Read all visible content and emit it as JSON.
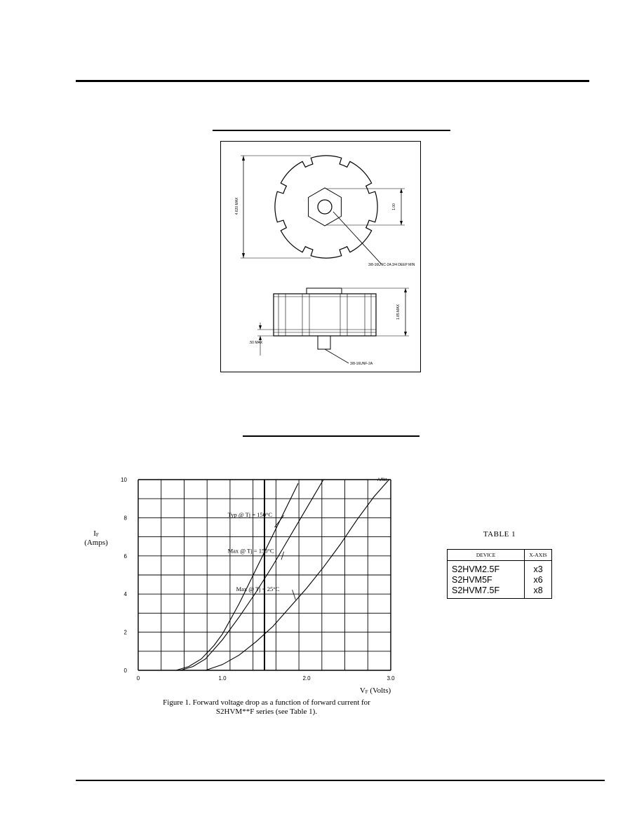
{
  "page": {
    "chart_section_title": "",
    "outline_section_title": ""
  },
  "outline_drawing": {
    "dim_outer_dia": "4.620 MAX",
    "dim_hex": "1.00",
    "dim_stud_top": "3/8-16UNC-2A 3/4 DEEP MIN",
    "dim_height": "1.85 MAX",
    "dim_base": ".50 MAX",
    "dim_stud_bottom": "3/8-16UNF-2A"
  },
  "chart_data": {
    "type": "line",
    "title": "",
    "xlabel": "VF (Volts)",
    "ylabel": "IF (Amps)",
    "xlim": [
      0,
      3.0
    ],
    "ylim": [
      0,
      10
    ],
    "x_ticks": [
      "0",
      "1.0",
      "2.0",
      "3.0"
    ],
    "y_ticks": [
      "0",
      "2",
      "4",
      "6",
      "8",
      "10"
    ],
    "grid": true,
    "corner_note": "A/flkt",
    "series": [
      {
        "label": "Typ @ Tj = 150°C",
        "x": [
          0.45,
          0.6,
          0.75,
          0.9,
          1.0,
          1.1,
          1.2,
          1.3,
          1.4,
          1.5,
          1.6,
          1.7,
          1.8,
          1.9
        ],
        "y": [
          0.0,
          0.2,
          0.6,
          1.3,
          1.9,
          2.7,
          3.5,
          4.4,
          5.3,
          6.2,
          7.1,
          8.0,
          8.9,
          9.8
        ]
      },
      {
        "label": "Max @ Tj = 150°C",
        "x": [
          0.5,
          0.65,
          0.8,
          1.0,
          1.2,
          1.4,
          1.6,
          1.8,
          2.0,
          2.2
        ],
        "y": [
          0.0,
          0.2,
          0.6,
          1.6,
          2.8,
          4.1,
          5.5,
          7.0,
          8.5,
          10.0
        ]
      },
      {
        "label": "Max @ Tj = 25°C",
        "x": [
          0.8,
          1.0,
          1.2,
          1.4,
          1.6,
          1.8,
          2.0,
          2.2,
          2.4,
          2.6,
          2.8,
          2.98
        ],
        "y": [
          0.0,
          0.3,
          0.8,
          1.5,
          2.3,
          3.3,
          4.3,
          5.4,
          6.6,
          7.9,
          9.1,
          10.0
        ]
      }
    ],
    "annotations": [
      {
        "text": "Typ @ Tj = 150°C"
      },
      {
        "text": "Max @ Tj = 150°C"
      },
      {
        "text": "Max @ Tj = 25°C"
      }
    ]
  },
  "figure_caption": {
    "line1": "Figure 1.  Forward voltage drop as a function of forward current for",
    "line2": "S2HVM**F series (see Table 1)."
  },
  "table1": {
    "title": "TABLE 1",
    "headers": [
      "DEVICE",
      "X-AXIS"
    ],
    "rows": [
      [
        "S2HVM2.5F",
        "x3"
      ],
      [
        "S2HVM5F",
        "x6"
      ],
      [
        "S2HVM7.5F",
        "x8"
      ]
    ]
  }
}
